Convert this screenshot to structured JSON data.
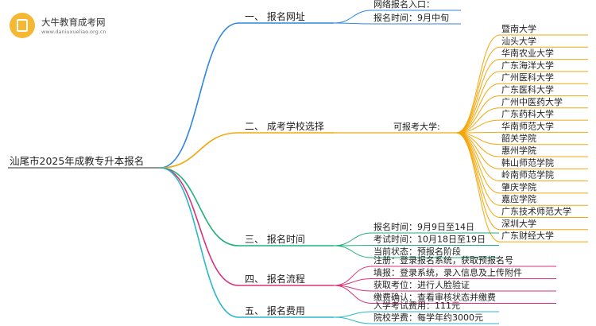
{
  "logo": {
    "name": "大牛教育成考网",
    "url": "www.daniuxueliao.org.cn"
  },
  "root": {
    "label": "汕尾市2025年成教专升本报名"
  },
  "branches": [
    {
      "id": "b1",
      "label": "一、 报名网址",
      "color": "#2f86e0",
      "leaves": [
        "网络报名入口：",
        "报名时间：9月中旬"
      ]
    },
    {
      "id": "b2",
      "label": "二、 成考学校选择",
      "color": "#f5a70a",
      "sublabel": "可报考大学:",
      "leaves": [
        "暨南大学",
        "汕头大学",
        "华南农业大学",
        "广东海洋大学",
        "广州医科大学",
        "广东医科大学",
        "广州中医药大学",
        "广东药科大学",
        "华南师范大学",
        "韶关学院",
        "惠州学院",
        "韩山师范学院",
        "岭南师范学院",
        "肇庆学院",
        "嘉应学院",
        "广东技术师范大学",
        "深圳大学",
        "广东财经大学"
      ]
    },
    {
      "id": "b3",
      "label": "三、 报名时间",
      "color": "#22b07a",
      "leaves": [
        "报名时间：9月9日至14日",
        "考试时间：10月18日至19日",
        "当前状态：预报名阶段"
      ]
    },
    {
      "id": "b4",
      "label": "四、 报名流程",
      "color": "#d9327a",
      "leaves": [
        "注册：登录报名系统，获取预报名号",
        "填报：登录系统，录入信息及上传附件",
        "获取考位：进行人脸验证",
        "缴费确认：查看审核状态并缴费"
      ]
    },
    {
      "id": "b5",
      "label": "五、 报名费用",
      "color": "#2ab8c9",
      "leaves": [
        "入学考试费用：111元",
        "院校学费：每学年约3000元"
      ]
    }
  ]
}
